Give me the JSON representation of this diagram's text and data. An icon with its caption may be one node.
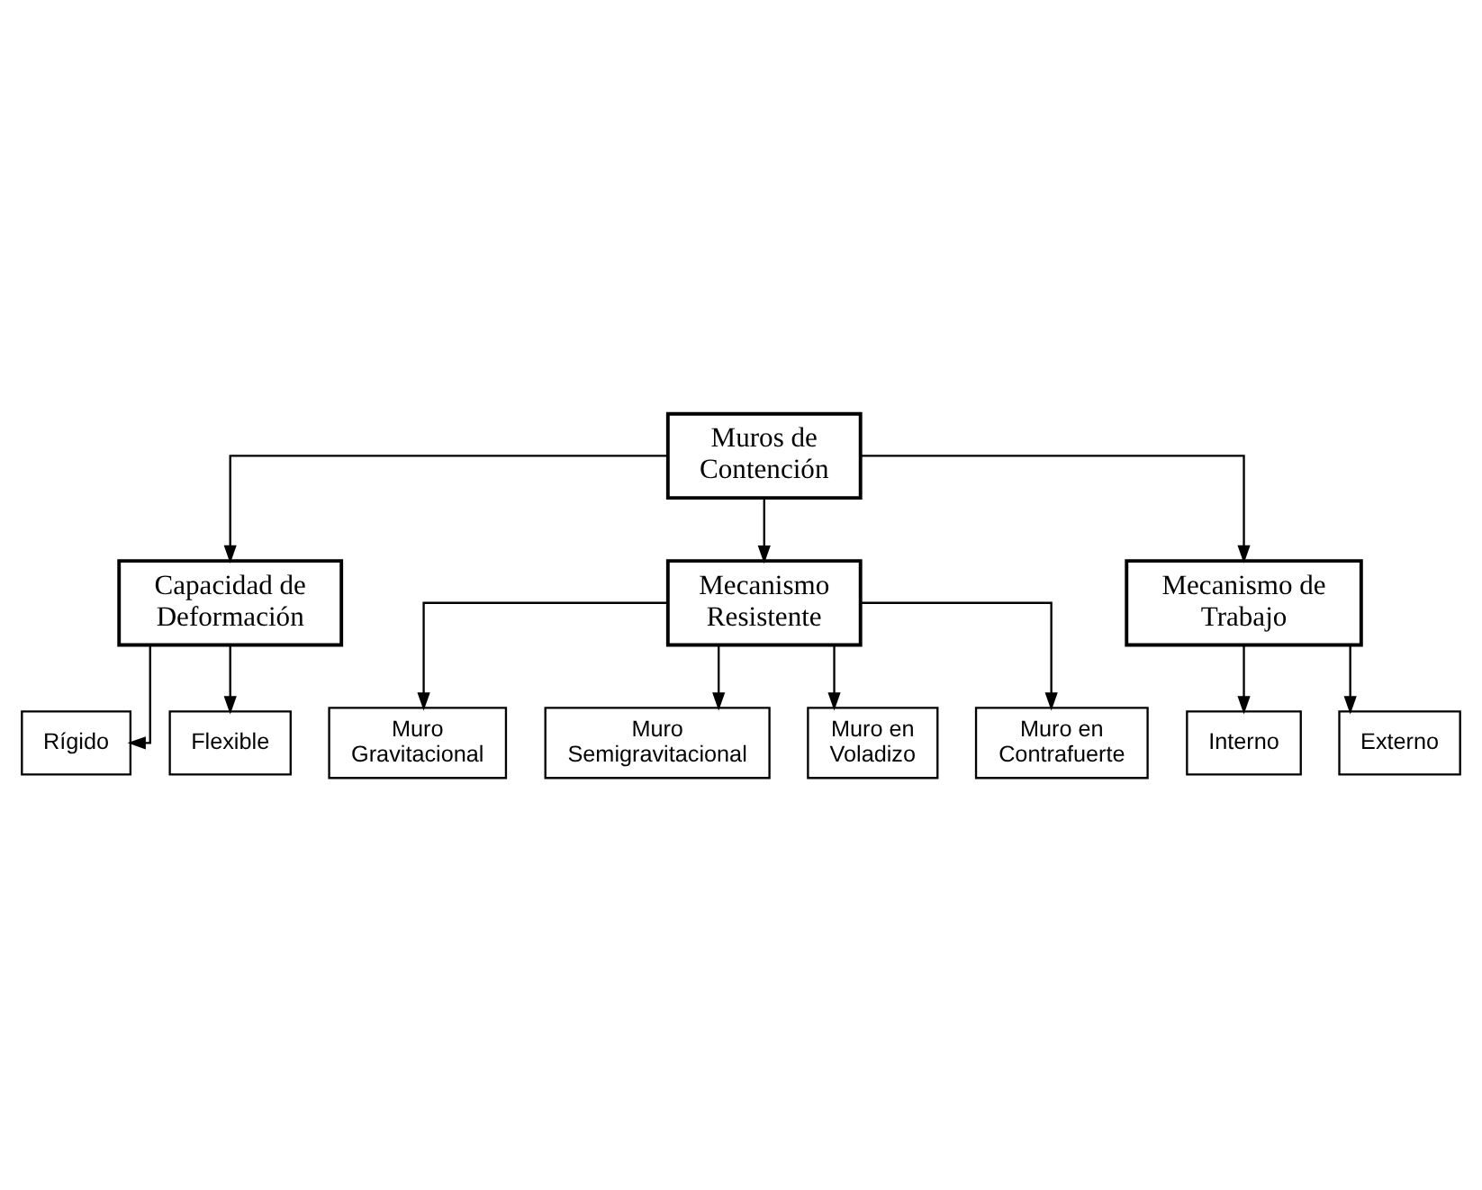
{
  "diagram": {
    "nodes": [
      {
        "text": [
          "Muros de Contención"
        ]
      },
      {
        "text": [
          "Capacidad de Deformación"
        ]
      },
      {
        "text": [
          "Mecanismo Resistente"
        ]
      },
      {
        "text": [
          "Mecanismo de Trabajo"
        ]
      },
      {
        "text": [
          "Rígido"
        ]
      },
      {
        "text": [
          "Flexible"
        ]
      },
      {
        "text": [
          "Muro Gravitacional"
        ]
      },
      {
        "text": [
          "Muro Semigravitacional"
        ]
      },
      {
        "text": [
          "Muro en Voladizo"
        ]
      },
      {
        "text": [
          "Muro en Contrafuerte"
        ]
      },
      {
        "text": [
          "Interno"
        ]
      },
      {
        "text": [
          "Externo"
        ]
      }
    ],
    "edges": [
      {
        "from": 0,
        "to": 1,
        "arrow": "to"
      },
      {
        "from": 0,
        "to": 2,
        "arrow": "to"
      },
      {
        "from": 0,
        "to": 3,
        "arrow": "to"
      },
      {
        "from": 1,
        "to": 4,
        "arrow": "to"
      },
      {
        "from": 1,
        "to": 5,
        "arrow": "to"
      },
      {
        "from": 2,
        "to": 6,
        "arrow": "to"
      },
      {
        "from": 2,
        "to": 7,
        "arrow": "to"
      },
      {
        "from": 2,
        "to": 8,
        "arrow": "to"
      },
      {
        "from": 2,
        "to": 9,
        "arrow": "to"
      },
      {
        "from": 3,
        "to": 10,
        "arrow": "to"
      },
      {
        "from": 3,
        "to": 11,
        "arrow": "to"
      }
    ]
  }
}
